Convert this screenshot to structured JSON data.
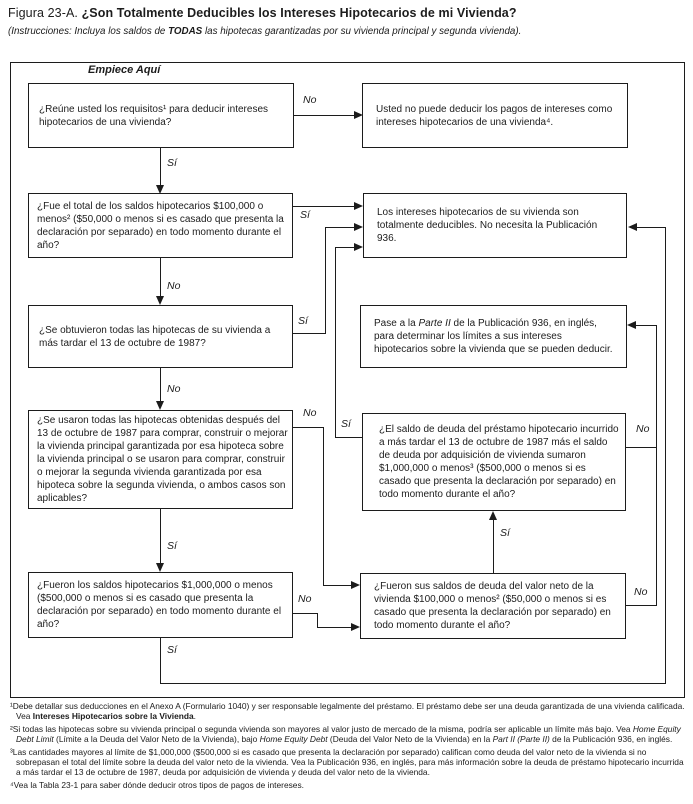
{
  "title": [
    {
      "t": "Figura 23-A. "
    },
    {
      "t": "¿Son Totalmente Deducibles los Intereses Hipotecarios de mi Vivienda?",
      "s": "b"
    }
  ],
  "subtitle": [
    {
      "t": "(Instrucciones: Incluya los saldos de "
    },
    {
      "t": "TODAS",
      "s": "b"
    },
    {
      "t": " las hipotecas garantizadas por su vivienda principal y segunda vivienda)."
    }
  ],
  "flowchart": {
    "start_label": "Empiece Aquí",
    "labels": {
      "yes": "Sí",
      "no": "No"
    },
    "boxes": {
      "q1": "¿Reúne usted los requisitos¹ para deducir intereses hipotecarios de una vivienda?",
      "no_deduct": "Usted no puede deducir los pagos de intereses como intereses hipotecarios de una vivienda⁴.",
      "q2": "¿Fue el total de los saldos hipotecarios $100,000 o menos² ($50,000 o menos si es casado que presenta la declaración por separado) en todo momento durante el año?",
      "deductible": "Los intereses hipotecarios de su vivienda son totalmente deducibles. No necesita la Publicación 936.",
      "q3": "¿Se obtuvieron todas las hipotecas de su vivienda a más tardar el 13 de octubre de 1987?",
      "part2": [
        {
          "t": "Pase a la "
        },
        {
          "t": "Parte II",
          "s": "i"
        },
        {
          "t": " de la Publicación 936, en inglés, para determinar los límites a sus intereses hipotecarios sobre la vivienda que se pueden deducir."
        }
      ],
      "q4": "¿Se usaron todas las hipotecas obtenidas después del 13 de octubre de 1987 para comprar, construir o mejorar la vivienda principal garantizada por esa hipoteca sobre la vivienda principal o se usaron para comprar, construir o mejorar la segunda vivienda garantizada por esa hipoteca sobre la segunda vivienda, o ambos casos son aplicables?",
      "q5": "¿El saldo de deuda del préstamo hipotecario incurrido a más tardar el 13 de octubre de 1987 más el saldo de deuda por adquisición de vivienda sumaron $1,000,000 o menos³ ($500,000 o menos si es casado que presenta la declaración por separado) en todo momento durante el año?",
      "q6": "¿Fueron los saldos hipotecarios $1,000,000 o menos ($500,000 o menos si es casado que presenta la declaración por separado) en todo momento durante el año?",
      "q7": "¿Fueron sus saldos de deuda del valor neto de la vivienda $100,000 o menos² ($50,000 o menos si es casado que presenta la declaración por separado) en todo momento durante el año?"
    }
  },
  "footnotes": [
    [
      {
        "t": "¹Debe detallar sus deducciones en el Anexo A (Formulario 1040) y ser responsable legalmente del préstamo. El préstamo debe ser una deuda garantizada de una vivienda calificada. Vea "
      },
      {
        "t": "Intereses Hipotecarios sobre la Vivienda",
        "s": "b"
      },
      {
        "t": "."
      }
    ],
    [
      {
        "t": "²Si todas las hipotecas sobre su vivienda principal o segunda vivienda son mayores al valor justo de mercado de la misma, podría ser aplicable un límite más bajo. Vea "
      },
      {
        "t": "Home Equity Debt Limit",
        "s": "i"
      },
      {
        "t": " (Límite a la Deuda del Valor Neto de la Vivienda), bajo "
      },
      {
        "t": "Home Equity Debt",
        "s": "i"
      },
      {
        "t": " (Deuda del Valor Neto de la Vivienda) en la "
      },
      {
        "t": "Part II (Parte II)",
        "s": "i"
      },
      {
        "t": " de la Publicación 936, en inglés."
      }
    ],
    [
      {
        "t": "³Las cantidades mayores al límite de $1,000,000 ($500,000 si es casado que presenta la declaración por separado) califican como deuda del valor neto de la vivienda si no sobrepasan el total del límite sobre la deuda del valor neto de la vivienda. Vea la Publicación 936, en inglés, para más información sobre la deuda de préstamo hipotecario incurrida a más tardar el 13 de octubre de 1987, deuda por adquisición de vivienda y deuda del valor neto de la vivienda."
      }
    ],
    [
      {
        "t": "⁴Vea la Tabla 23-1 para saber dónde deducir otros tipos de pagos de intereses."
      }
    ]
  ]
}
